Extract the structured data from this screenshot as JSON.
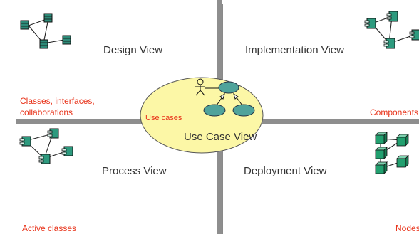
{
  "views": {
    "design": {
      "title": "Design View",
      "note_line1": "Classes, interfaces,",
      "note_line2": "collaborations"
    },
    "implementation": {
      "title": "Implementation View",
      "note": "Components"
    },
    "process": {
      "title": "Process View",
      "note": "Active classes"
    },
    "deployment": {
      "title": "Deployment View",
      "note": "Nodes"
    },
    "use_case": {
      "title": "Use Case View",
      "note": "Use cases"
    }
  },
  "colors": {
    "note_text": "#e8331a",
    "oval_fill": "#fcf7a6",
    "use_case_fill": "#4fa39b",
    "component_fill": "#2d9a7e",
    "node_fill": "#22a06f",
    "separator": "#8e8e8e"
  },
  "icons": {
    "design": "class-diagram-icon",
    "implementation": "component-diagram-icon",
    "process": "active-class-diagram-icon",
    "deployment": "node-diagram-icon",
    "use_case": "use-case-diagram-icon"
  }
}
